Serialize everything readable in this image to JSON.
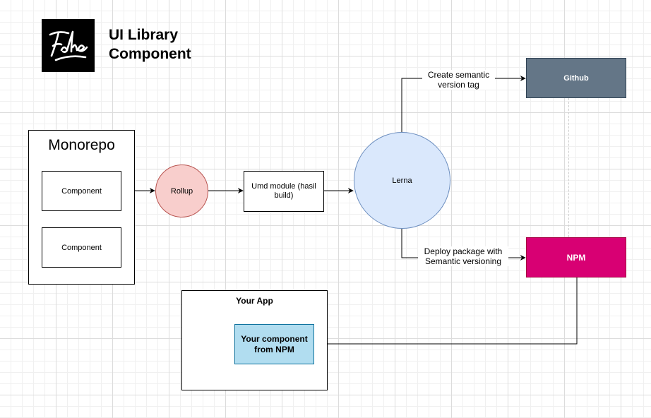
{
  "title": {
    "line1": "UI Library",
    "line2": "Component"
  },
  "nodes": {
    "monorepo": "Monorepo",
    "component_1": "Component",
    "component_2": "Component",
    "rollup": "Rollup",
    "umd_module": "Umd module (hasil build)",
    "lerna": "Lerna",
    "github": "Github",
    "npm": "NPM",
    "your_app": "Your App",
    "your_component": "Your component from NPM"
  },
  "edges": {
    "to_github": {
      "line1": "Create semantic",
      "line2": "version tag"
    },
    "to_npm": {
      "line1": "Deploy package with",
      "line2": "Semantic versioning"
    }
  },
  "colors": {
    "rollup_fill": "#f8cecc",
    "lerna_fill": "#dae8fc",
    "github_fill": "#647687",
    "npm_fill": "#d80073",
    "your_component_fill": "#b1ddf0"
  }
}
